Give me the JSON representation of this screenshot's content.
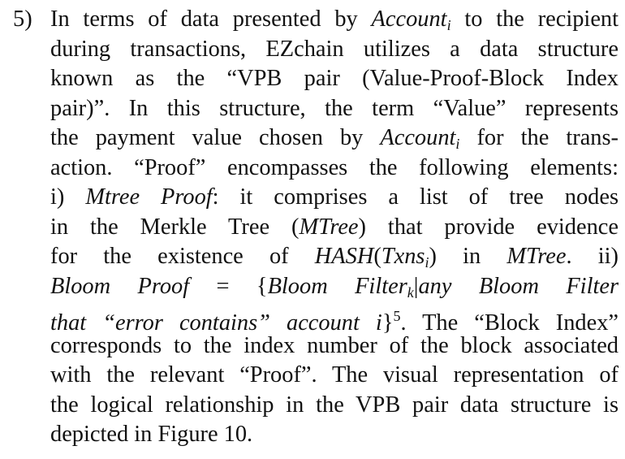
{
  "item_marker": "5)",
  "lines": [
    [
      {
        "t": "text",
        "v": "In terms of data presented by "
      },
      {
        "t": "math",
        "v": "Account"
      },
      {
        "t": "sub",
        "v": "i"
      },
      {
        "t": "text",
        "v": " to the recipient"
      }
    ],
    [
      {
        "t": "text",
        "v": "during transactions, EZchain utilizes a data structure"
      }
    ],
    [
      {
        "t": "text",
        "v": "known as the “VPB pair (Value-Proof-Block Index"
      }
    ],
    [
      {
        "t": "text",
        "v": "pair)”. In this structure, the term “Value” represents"
      }
    ],
    [
      {
        "t": "text",
        "v": "the payment value chosen by "
      },
      {
        "t": "math",
        "v": "Account"
      },
      {
        "t": "sub",
        "v": "i"
      },
      {
        "t": "text",
        "v": " for the trans-"
      }
    ],
    [
      {
        "t": "text",
        "v": "action. “Proof” encompasses the following elements:"
      }
    ],
    [
      {
        "t": "text",
        "v": "i) "
      },
      {
        "t": "math",
        "v": "Mtree Proof"
      },
      {
        "t": "text",
        "v": ": it comprises a list of tree nodes"
      }
    ],
    [
      {
        "t": "text",
        "v": "in the Merkle Tree ("
      },
      {
        "t": "math",
        "v": "MTree"
      },
      {
        "t": "text",
        "v": ") that provide evidence"
      }
    ],
    [
      {
        "t": "text",
        "v": "for the existence of "
      },
      {
        "t": "math",
        "v": "HASH"
      },
      {
        "t": "mathup",
        "v": "("
      },
      {
        "t": "math",
        "v": "Txns"
      },
      {
        "t": "sub",
        "v": "i"
      },
      {
        "t": "mathup",
        "v": ")"
      },
      {
        "t": "text",
        "v": " in "
      },
      {
        "t": "math",
        "v": "MTree"
      },
      {
        "t": "text",
        "v": ". ii)"
      }
    ],
    [
      {
        "t": "math",
        "v": "Bloom Proof"
      },
      {
        "t": "mathup",
        "v": " = {"
      },
      {
        "t": "math",
        "v": "Bloom Filter"
      },
      {
        "t": "sub",
        "v": "k"
      },
      {
        "t": "mathup",
        "v": "|"
      },
      {
        "t": "math",
        "v": "any Bloom Filter"
      }
    ],
    [
      {
        "t": "math",
        "v": "that “error contains” account i"
      },
      {
        "t": "mathup",
        "v": "}"
      },
      {
        "t": "sup",
        "v": "5"
      },
      {
        "t": "text",
        "v": ". The “Block Index”"
      }
    ],
    [
      {
        "t": "text",
        "v": "corresponds to the index number of the block associated"
      }
    ],
    [
      {
        "t": "text",
        "v": "with the relevant “Proof”. The visual representation of"
      }
    ],
    [
      {
        "t": "text",
        "v": "the logical relationship in the VPB pair data structure is"
      }
    ],
    [
      {
        "t": "text",
        "v": "depicted in Figure 10."
      }
    ]
  ]
}
